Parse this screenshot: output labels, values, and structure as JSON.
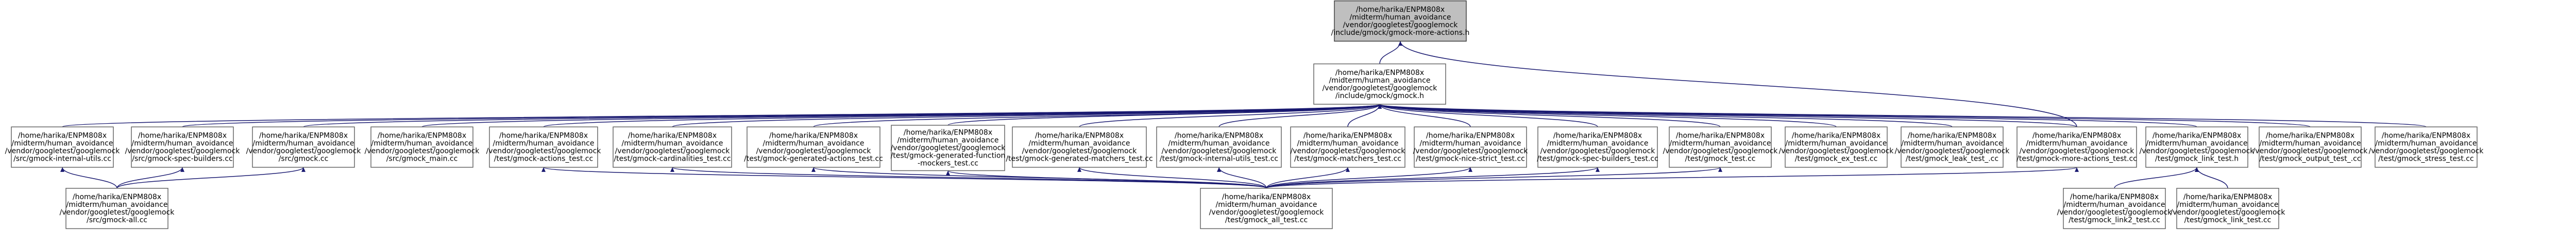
{
  "graph": {
    "edge_color": "#191970",
    "root_fill": "#bfbfbf",
    "node_fill": "#ffffff",
    "node_border": "#666666",
    "nodes": [
      {
        "id": "n0",
        "root": true,
        "lines": [
          "/home/harika/ENPM808x",
          "/midterm/human_avoidance",
          "/vendor/googletest/googlemock",
          "/include/gmock/gmock-more-actions.h"
        ]
      },
      {
        "id": "n1",
        "lines": [
          "/home/harika/ENPM808x",
          "/midterm/human_avoidance",
          "/vendor/googletest/googlemock",
          "/include/gmock/gmock.h"
        ]
      },
      {
        "id": "n2",
        "lines": [
          "/home/harika/ENPM808x",
          "/midterm/human_avoidance",
          "/vendor/googletest/googlemock",
          "/src/gmock-internal-utils.cc"
        ]
      },
      {
        "id": "n3",
        "lines": [
          "/home/harika/ENPM808x",
          "/midterm/human_avoidance",
          "/vendor/googletest/googlemock",
          "/src/gmock-spec-builders.cc"
        ]
      },
      {
        "id": "n4",
        "lines": [
          "/home/harika/ENPM808x",
          "/midterm/human_avoidance",
          "/vendor/googletest/googlemock",
          "/src/gmock.cc"
        ]
      },
      {
        "id": "n5",
        "lines": [
          "/home/harika/ENPM808x",
          "/midterm/human_avoidance",
          "/vendor/googletest/googlemock",
          "/src/gmock_main.cc"
        ]
      },
      {
        "id": "n6",
        "lines": [
          "/home/harika/ENPM808x",
          "/midterm/human_avoidance",
          "/vendor/googletest/googlemock",
          "/test/gmock-actions_test.cc"
        ]
      },
      {
        "id": "n7",
        "lines": [
          "/home/harika/ENPM808x",
          "/midterm/human_avoidance",
          "/vendor/googletest/googlemock",
          "/test/gmock-cardinalities_test.cc"
        ]
      },
      {
        "id": "n8",
        "lines": [
          "/home/harika/ENPM808x",
          "/midterm/human_avoidance",
          "/vendor/googletest/googlemock",
          "/test/gmock-generated-actions_test.cc"
        ]
      },
      {
        "id": "n9",
        "lines": [
          "/home/harika/ENPM808x",
          "/midterm/human_avoidance",
          "/vendor/googletest/googlemock",
          "/test/gmock-generated-function",
          "-mockers_test.cc"
        ]
      },
      {
        "id": "n10",
        "lines": [
          "/home/harika/ENPM808x",
          "/midterm/human_avoidance",
          "/vendor/googletest/googlemock",
          "/test/gmock-generated-matchers_test.cc"
        ]
      },
      {
        "id": "n11",
        "lines": [
          "/home/harika/ENPM808x",
          "/midterm/human_avoidance",
          "/vendor/googletest/googlemock",
          "/test/gmock-internal-utils_test.cc"
        ]
      },
      {
        "id": "n12",
        "lines": [
          "/home/harika/ENPM808x",
          "/midterm/human_avoidance",
          "/vendor/googletest/googlemock",
          "/test/gmock-matchers_test.cc"
        ]
      },
      {
        "id": "n13",
        "lines": [
          "/home/harika/ENPM808x",
          "/midterm/human_avoidance",
          "/vendor/googletest/googlemock",
          "/test/gmock-nice-strict_test.cc"
        ]
      },
      {
        "id": "n14",
        "lines": [
          "/home/harika/ENPM808x",
          "/midterm/human_avoidance",
          "/vendor/googletest/googlemock",
          "/test/gmock-spec-builders_test.cc"
        ]
      },
      {
        "id": "n15",
        "lines": [
          "/home/harika/ENPM808x",
          "/midterm/human_avoidance",
          "/vendor/googletest/googlemock",
          "/test/gmock_test.cc"
        ]
      },
      {
        "id": "n16",
        "lines": [
          "/home/harika/ENPM808x",
          "/midterm/human_avoidance",
          "/vendor/googletest/googlemock",
          "/test/gmock_ex_test.cc"
        ]
      },
      {
        "id": "n17",
        "lines": [
          "/home/harika/ENPM808x",
          "/midterm/human_avoidance",
          "/vendor/googletest/googlemock",
          "/test/gmock_leak_test_.cc"
        ]
      },
      {
        "id": "n18",
        "lines": [
          "/home/harika/ENPM808x",
          "/midterm/human_avoidance",
          "/vendor/googletest/googlemock",
          "/test/gmock-more-actions_test.cc"
        ]
      },
      {
        "id": "n19",
        "lines": [
          "/home/harika/ENPM808x",
          "/midterm/human_avoidance",
          "/vendor/googletest/googlemock",
          "/test/gmock_link_test.h"
        ]
      },
      {
        "id": "n20",
        "lines": [
          "/home/harika/ENPM808x",
          "/midterm/human_avoidance",
          "/vendor/googletest/googlemock",
          "/test/gmock_output_test_.cc"
        ]
      },
      {
        "id": "n21",
        "lines": [
          "/home/harika/ENPM808x",
          "/midterm/human_avoidance",
          "/vendor/googletest/googlemock",
          "/test/gmock_stress_test.cc"
        ]
      },
      {
        "id": "n22",
        "lines": [
          "/home/harika/ENPM808x",
          "/midterm/human_avoidance",
          "/vendor/googletest/googlemock",
          "/src/gmock-all.cc"
        ]
      },
      {
        "id": "n23",
        "lines": [
          "/home/harika/ENPM808x",
          "/midterm/human_avoidance",
          "/vendor/googletest/googlemock",
          "/test/gmock_all_test.cc"
        ]
      },
      {
        "id": "n24",
        "lines": [
          "/home/harika/ENPM808x",
          "/midterm/human_avoidance",
          "/vendor/googletest/googlemock",
          "/test/gmock_link2_test.cc"
        ]
      },
      {
        "id": "n25",
        "lines": [
          "/home/harika/ENPM808x",
          "/midterm/human_avoidance",
          "/vendor/googletest/googlemock",
          "/test/gmock_link_test.cc"
        ]
      }
    ],
    "edges": [
      [
        "n0",
        "n1"
      ],
      [
        "n0",
        "n18"
      ],
      [
        "n1",
        "n2"
      ],
      [
        "n1",
        "n3"
      ],
      [
        "n1",
        "n4"
      ],
      [
        "n1",
        "n5"
      ],
      [
        "n1",
        "n6"
      ],
      [
        "n1",
        "n7"
      ],
      [
        "n1",
        "n8"
      ],
      [
        "n1",
        "n9"
      ],
      [
        "n1",
        "n10"
      ],
      [
        "n1",
        "n11"
      ],
      [
        "n1",
        "n12"
      ],
      [
        "n1",
        "n13"
      ],
      [
        "n1",
        "n14"
      ],
      [
        "n1",
        "n15"
      ],
      [
        "n1",
        "n16"
      ],
      [
        "n1",
        "n17"
      ],
      [
        "n1",
        "n18"
      ],
      [
        "n1",
        "n19"
      ],
      [
        "n1",
        "n20"
      ],
      [
        "n1",
        "n21"
      ],
      [
        "n2",
        "n22"
      ],
      [
        "n3",
        "n22"
      ],
      [
        "n4",
        "n22"
      ],
      [
        "n6",
        "n23"
      ],
      [
        "n7",
        "n23"
      ],
      [
        "n8",
        "n23"
      ],
      [
        "n9",
        "n23"
      ],
      [
        "n10",
        "n23"
      ],
      [
        "n11",
        "n23"
      ],
      [
        "n12",
        "n23"
      ],
      [
        "n13",
        "n23"
      ],
      [
        "n14",
        "n23"
      ],
      [
        "n15",
        "n23"
      ],
      [
        "n18",
        "n23"
      ],
      [
        "n19",
        "n24"
      ],
      [
        "n19",
        "n25"
      ]
    ]
  }
}
